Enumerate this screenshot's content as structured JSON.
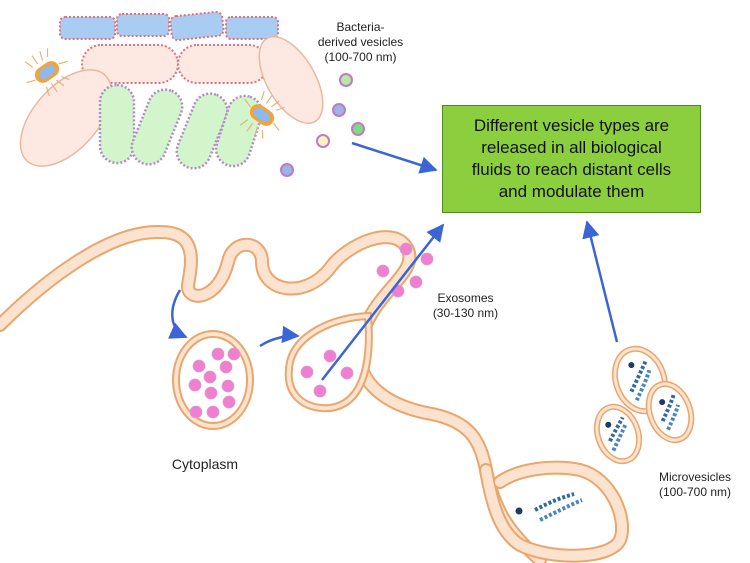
{
  "labels": {
    "bacteria": [
      "Bacteria-",
      "derived vesicles",
      "(100-700 nm)"
    ],
    "exosomes": [
      "Exosomes",
      "(30-130 nm)"
    ],
    "cytoplasm": "Cytoplasm",
    "microvesicles": [
      "Microvesicles",
      "(100-700 nm)"
    ]
  },
  "callout": {
    "lines": [
      "Different vesicle types are",
      "released in all biological",
      "fluids to reach distant cells",
      "and modulate them"
    ]
  },
  "colors": {
    "membrane_fill": "#fbe3cf",
    "membrane_stroke": "#eaa66c",
    "exosome": "#f07fd2",
    "arrow": "#3b64d6",
    "rod_blue": "#a9cdf2",
    "rod_pink": "#fde8e2",
    "rod_green": "#d3f5cc",
    "callout_fill": "#8ccf3e"
  }
}
